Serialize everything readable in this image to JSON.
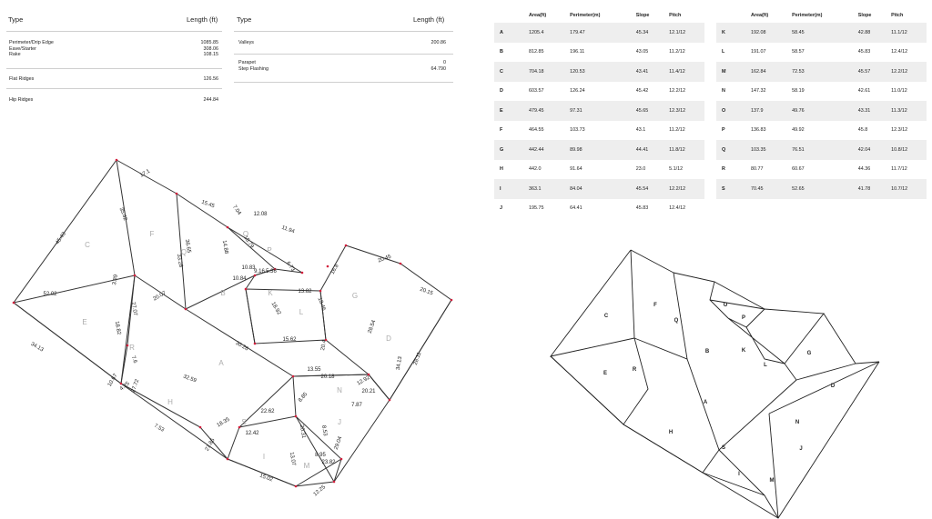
{
  "lengths_left": {
    "type_header": "Type",
    "length_header": "Length (ft)",
    "rows": [
      {
        "labels": [
          "Perimeter/Drip Edge",
          "Eave/Starter",
          "Rake"
        ],
        "values": [
          "1085.85",
          "308.06",
          "108.15"
        ]
      },
      {
        "labels": [
          "Flat Ridges"
        ],
        "values": [
          "126.56"
        ]
      },
      {
        "labels": [
          "Hip Ridges"
        ],
        "values": [
          "244.84"
        ]
      }
    ]
  },
  "lengths_right": {
    "type_header": "Type",
    "length_header": "Length (ft)",
    "rows": [
      {
        "labels": [
          "Valleys"
        ],
        "values": [
          "200.86"
        ]
      },
      {
        "labels": [
          "Parapet",
          "Step Flashing"
        ],
        "values": [
          "0",
          "64.790"
        ]
      }
    ]
  },
  "faces_table": {
    "headers": [
      "",
      "Area(ft)",
      "Perimeter(m)",
      "Slope",
      "Pitch"
    ],
    "left_rows": [
      [
        "A",
        "1205.4",
        "179.47",
        "45.34",
        "12.1/12"
      ],
      [
        "B",
        "812.85",
        "196.11",
        "43.05",
        "11.2/12"
      ],
      [
        "C",
        "704.18",
        "120.53",
        "43.41",
        "11.4/12"
      ],
      [
        "D",
        "603.57",
        "126.24",
        "45.42",
        "12.2/12"
      ],
      [
        "E",
        "479.45",
        "97.31",
        "45.65",
        "12.3/12"
      ],
      [
        "F",
        "464.55",
        "103.73",
        "43.1",
        "11.2/12"
      ],
      [
        "G",
        "442.44",
        "89.98",
        "44.41",
        "11.8/12"
      ],
      [
        "H",
        "442.0",
        "91.64",
        "23.0",
        "5.1/12"
      ],
      [
        "I",
        "363.1",
        "84.04",
        "45.54",
        "12.2/12"
      ],
      [
        "J",
        "195.75",
        "64.41",
        "45.83",
        "12.4/12"
      ]
    ],
    "right_rows": [
      [
        "K",
        "192.08",
        "58.45",
        "42.88",
        "11.1/12"
      ],
      [
        "L",
        "191.07",
        "58.57",
        "45.83",
        "12.4/12"
      ],
      [
        "M",
        "162.84",
        "72.53",
        "45.57",
        "12.2/12"
      ],
      [
        "N",
        "147.32",
        "58.19",
        "42.61",
        "11.0/12"
      ],
      [
        "O",
        "137.9",
        "49.76",
        "43.31",
        "11.3/12"
      ],
      [
        "P",
        "136.83",
        "49.92",
        "45.8",
        "12.3/12"
      ],
      [
        "Q",
        "103.35",
        "76.51",
        "42.04",
        "10.8/12"
      ],
      [
        "R",
        "80.77",
        "60.67",
        "44.36",
        "11.7/12"
      ],
      [
        "S",
        "70.45",
        "52.65",
        "41.78",
        "10.7/12"
      ]
    ]
  },
  "measured_diagram": {
    "edge_lengths": [
      "17.1",
      "45.43",
      "35.42",
      "15.45",
      "12.08",
      "7.04",
      "11.94",
      "36.65",
      "33.28",
      "14.88",
      "15.79",
      "10.83",
      "9.16",
      "5.36",
      "10.84",
      "6.73",
      "13.82",
      "16.8",
      "20.45",
      "20.15",
      "52.02",
      "3.89",
      "20.07",
      "27.07",
      "18.82",
      "34.13",
      "10.67",
      "7.6",
      "15.62",
      "18.92",
      "13.46",
      "20.4",
      "28.54",
      "34.13",
      "28.11",
      "30.26",
      "32.59",
      "13.55",
      "20.18",
      "8.85",
      "12.92",
      "20.21",
      "7.87",
      "4.25",
      "27.72",
      "7.53",
      "18.35",
      "22.62",
      "12.42",
      "20.31",
      "8.53",
      "27.85",
      "13.07",
      "8.95",
      "23.82",
      "29.04",
      "15.02",
      "12.25"
    ],
    "face_labels": [
      "A",
      "B",
      "C",
      "D",
      "E",
      "F",
      "G",
      "H",
      "I",
      "J",
      "K",
      "L",
      "M",
      "N",
      "O",
      "P",
      "Q",
      "R",
      "S"
    ]
  },
  "plain_diagram": {
    "face_labels": [
      "A",
      "B",
      "C",
      "D",
      "E",
      "F",
      "G",
      "H",
      "I",
      "J",
      "K",
      "L",
      "M",
      "N",
      "O",
      "P",
      "Q",
      "R",
      "S"
    ]
  }
}
